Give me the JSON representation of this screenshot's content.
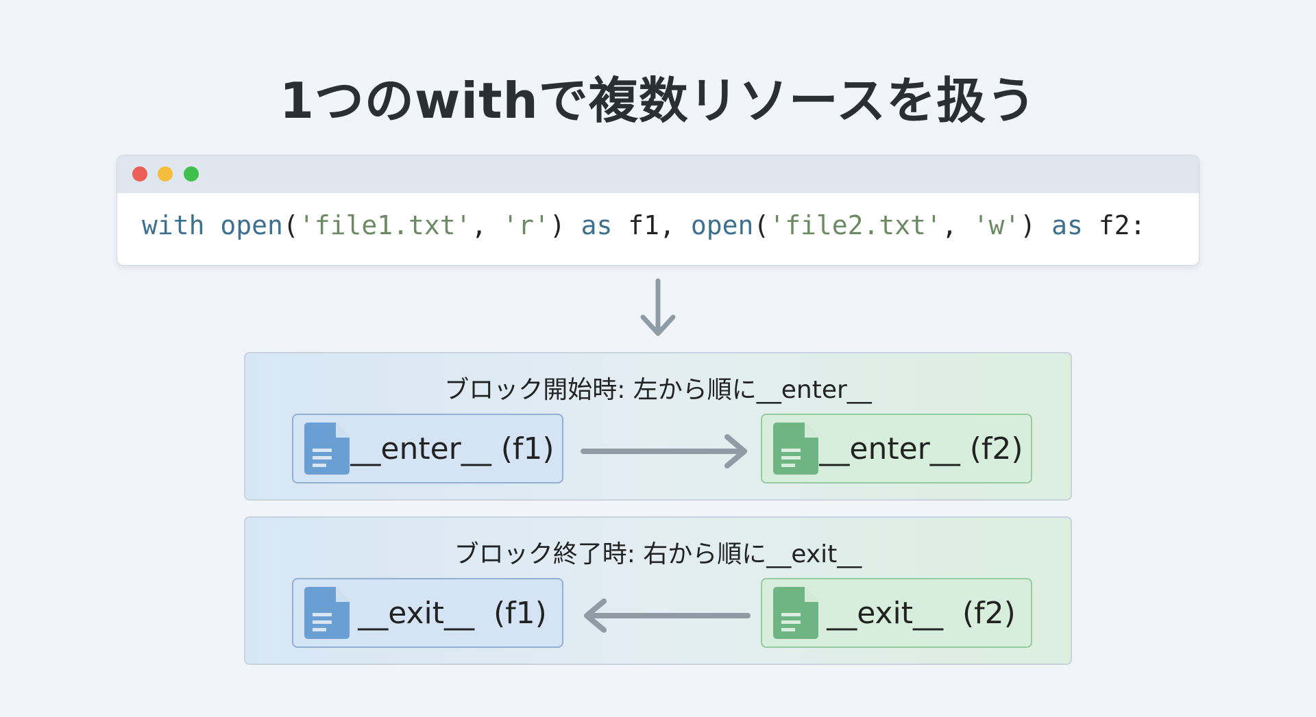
{
  "title": "1つのwithで複数リソースを扱う",
  "code_window": {
    "tokens": [
      {
        "t": "with",
        "c": "kw"
      },
      {
        "t": " "
      },
      {
        "t": "open",
        "c": "kw"
      },
      {
        "t": "("
      },
      {
        "t": "'file1.txt'",
        "c": "str"
      },
      {
        "t": ", "
      },
      {
        "t": "'r'",
        "c": "str"
      },
      {
        "t": ") "
      },
      {
        "t": "as",
        "c": "kw"
      },
      {
        "t": " f1, "
      },
      {
        "t": "open",
        "c": "kw"
      },
      {
        "t": "("
      },
      {
        "t": "'file2.txt'",
        "c": "str"
      },
      {
        "t": ", "
      },
      {
        "t": "'w'",
        "c": "str"
      },
      {
        "t": ") "
      },
      {
        "t": "as",
        "c": "kw"
      },
      {
        "t": " f2:"
      }
    ]
  },
  "enter_panel": {
    "label": "ブロック開始時: 左から順に__enter__",
    "left": "__enter__ (f1)",
    "right": "__enter__ (f2)"
  },
  "exit_panel": {
    "label": "ブロック終了時: 右から順に__exit__",
    "left": "__exit__  (f1)",
    "right": "__exit__  (f2)"
  },
  "colors": {
    "blue_icon": "#6a9fd4",
    "green_icon": "#6fb583",
    "arrow": "#8f9ca6"
  }
}
